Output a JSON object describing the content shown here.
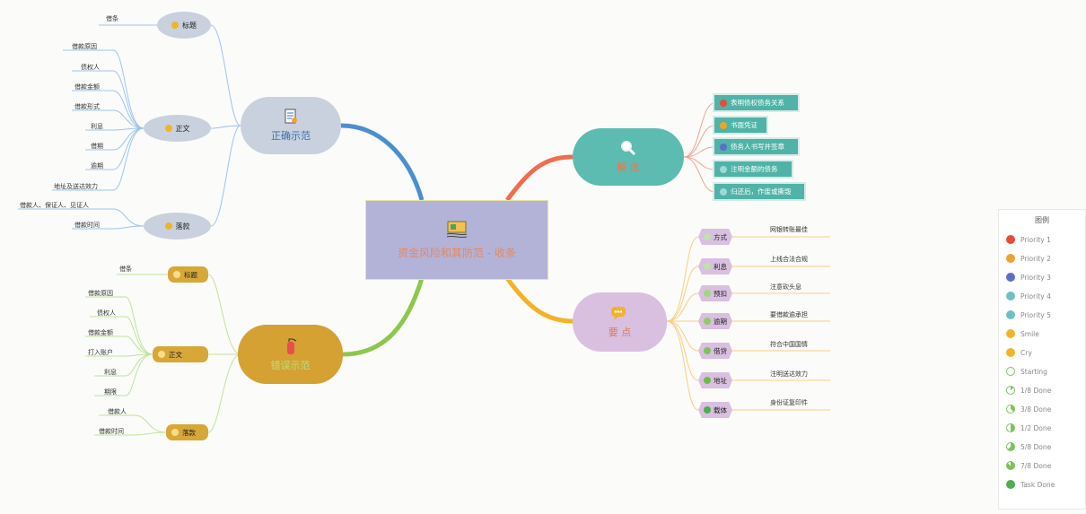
{
  "center": {
    "title": "资金风险和其防范 - 收条",
    "icon": "money-icon"
  },
  "branches": {
    "correct": {
      "label": "正确示范",
      "icon": "document-icon",
      "color": "#4a8fd0",
      "subs": [
        {
          "label": "标题",
          "leaves": [
            "借条"
          ]
        },
        {
          "label": "正文",
          "leaves": [
            "借款原因",
            "债权人",
            "借款金额",
            "借款形式",
            "利息",
            "借期",
            "逾期",
            "地址及送达效力"
          ]
        },
        {
          "label": "落款",
          "leaves": [
            "借款人、保证人、见证人",
            "借款时间"
          ]
        }
      ]
    },
    "wrong": {
      "label": "错误示范",
      "icon": "fire-extinguisher-icon",
      "color": "#8cc84b",
      "subs": [
        {
          "label": "标题",
          "leaves": [
            "借条"
          ]
        },
        {
          "label": "正文",
          "leaves": [
            "借款原因",
            "债权人",
            "借款金额",
            "打入账户",
            "利息",
            "期限"
          ]
        },
        {
          "label": "落款",
          "leaves": [
            "借款人",
            "借款时间"
          ]
        }
      ]
    },
    "concept": {
      "label": "概 念",
      "icon": "magnifier-icon",
      "color": "#f06d4f",
      "items": [
        {
          "text": "表明债权债务关系",
          "color": "#e64b3c"
        },
        {
          "text": "书面凭证",
          "color": "#f0a22e"
        },
        {
          "text": "债务人书写并签章",
          "color": "#5b6fc4"
        },
        {
          "text": "注明金额的债务",
          "color": "#6ac2c4"
        },
        {
          "text": "归还后，作废或撕毁",
          "color": "#6ac2c4"
        }
      ]
    },
    "points": {
      "label": "要 点",
      "icon": "chat-bubble-icon",
      "color": "#f5b324",
      "items": [
        {
          "tag": "方式",
          "text": "网银转账最佳"
        },
        {
          "tag": "利息",
          "text": "上线合法合规"
        },
        {
          "tag": "预扣",
          "text": "注意砍头息"
        },
        {
          "tag": "逾期",
          "text": "要借款逾承担"
        },
        {
          "tag": "借贷",
          "text": "符合中国国情"
        },
        {
          "tag": "地址",
          "text": "注明送达效力"
        },
        {
          "tag": "载体",
          "text": "身份证复印件"
        }
      ]
    }
  },
  "legend": {
    "title": "图例",
    "items": [
      {
        "label": "Priority 1",
        "color": "#e64b3c"
      },
      {
        "label": "Priority 2",
        "color": "#f0a22e"
      },
      {
        "label": "Priority 3",
        "color": "#5b6fc4"
      },
      {
        "label": "Priority 4",
        "color": "#6ac2c4"
      },
      {
        "label": "Priority 5",
        "color": "#6ac2c4"
      },
      {
        "label": "Smile",
        "color": "#f0b429"
      },
      {
        "label": "Cry",
        "color": "#f0b429"
      },
      {
        "label": "Starting",
        "color": "#7bc45a"
      },
      {
        "label": "1/8 Done",
        "color": "#7bc45a"
      },
      {
        "label": "3/8 Done",
        "color": "#7bc45a"
      },
      {
        "label": "1/2 Done",
        "color": "#7bc45a"
      },
      {
        "label": "5/8 Done",
        "color": "#7bc45a"
      },
      {
        "label": "7/8 Done",
        "color": "#7bc45a"
      },
      {
        "label": "Task Done",
        "color": "#4caf50"
      }
    ]
  }
}
